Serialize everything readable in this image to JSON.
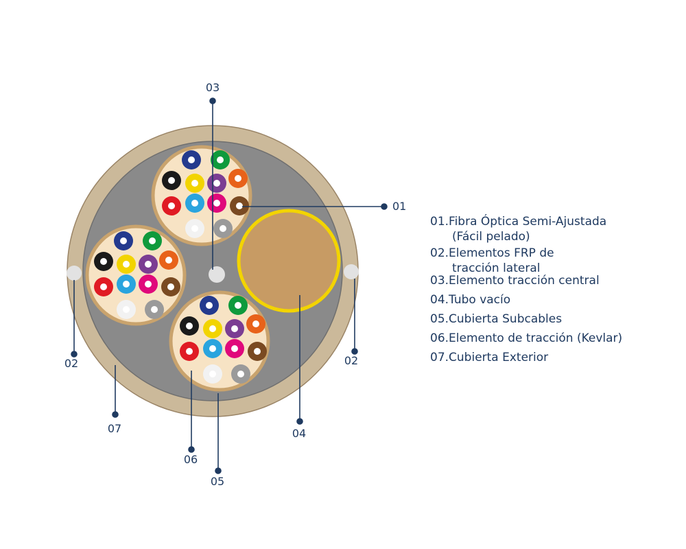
{
  "callouts": {
    "c01": "01",
    "c02_left": "02",
    "c02_right": "02",
    "c03": "03",
    "c04": "04",
    "c05": "05",
    "c06": "06",
    "c07": "07"
  },
  "legend": {
    "item01_a": "01.Fibra Óptica Semi-Ajustada",
    "item01_b": "(Fácil pelado)",
    "item02_a": "02.Elementos FRP de",
    "item02_b": "tracción lateral",
    "item03": "03.Elemento tracción central",
    "item04": "04.Tubo vacío",
    "item05": "05.Cubierta Subcables",
    "item06": "06.Elemento de tracción (Kevlar)",
    "item07": "07.Cubierta Exterior"
  },
  "colors": {
    "outer_jacket": "#cbb99a",
    "jacket_stroke": "#8a6f4e",
    "kevlar_fill": "#8a8a8a",
    "subcable_ring": "#c9a36d",
    "subcable_fill": "#f7e3c4",
    "empty_tube": "#c79b64",
    "empty_tube_ring": "#f3d400",
    "frp": "#e2e2e2",
    "leader": "#1f3a60",
    "fiber_colors": [
      "#243a8e",
      "#0f9a3c",
      "#1a1a1a",
      "#f2d400",
      "#7b3d93",
      "#e8621a",
      "#e01b24",
      "#2aa4de",
      "#e0097b",
      "#7a4a22",
      "#f2f2f2",
      "#9a9a9a"
    ]
  }
}
